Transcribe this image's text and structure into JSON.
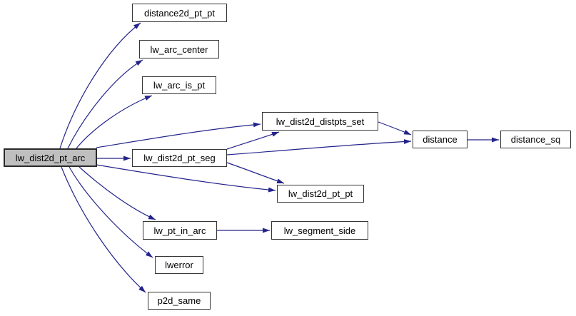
{
  "diagram": {
    "type": "call-graph",
    "colors": {
      "background": "#ffffff",
      "edge": "#23238b",
      "node_border": "#363636",
      "node_fill": "#ffffff",
      "node_text": "#000000",
      "highlight_border": "#2a2a2a",
      "highlight_fill": "#bfbfbf"
    },
    "nodes": [
      {
        "id": "lw_dist2d_pt_arc",
        "label": "lw_dist2d_pt_arc",
        "highlighted": true
      },
      {
        "id": "distance2d_pt_pt",
        "label": "distance2d_pt_pt",
        "highlighted": false
      },
      {
        "id": "lw_arc_center",
        "label": "lw_arc_center",
        "highlighted": false
      },
      {
        "id": "lw_arc_is_pt",
        "label": "lw_arc_is_pt",
        "highlighted": false
      },
      {
        "id": "lw_dist2d_distpts_set",
        "label": "lw_dist2d_distpts_set",
        "highlighted": false
      },
      {
        "id": "lw_dist2d_pt_seg",
        "label": "lw_dist2d_pt_seg",
        "highlighted": false
      },
      {
        "id": "lw_dist2d_pt_pt",
        "label": "lw_dist2d_pt_pt",
        "highlighted": false
      },
      {
        "id": "distance",
        "label": "distance",
        "highlighted": false
      },
      {
        "id": "distance_sq",
        "label": "distance_sq",
        "highlighted": false
      },
      {
        "id": "lw_pt_in_arc",
        "label": "lw_pt_in_arc",
        "highlighted": false
      },
      {
        "id": "lw_segment_side",
        "label": "lw_segment_side",
        "highlighted": false
      },
      {
        "id": "lwerror",
        "label": "lwerror",
        "highlighted": false
      },
      {
        "id": "p2d_same",
        "label": "p2d_same",
        "highlighted": false
      }
    ],
    "edges": [
      {
        "from": "lw_dist2d_pt_arc",
        "to": "distance2d_pt_pt"
      },
      {
        "from": "lw_dist2d_pt_arc",
        "to": "lw_arc_center"
      },
      {
        "from": "lw_dist2d_pt_arc",
        "to": "lw_arc_is_pt"
      },
      {
        "from": "lw_dist2d_pt_arc",
        "to": "lw_dist2d_distpts_set"
      },
      {
        "from": "lw_dist2d_pt_arc",
        "to": "lw_dist2d_pt_seg"
      },
      {
        "from": "lw_dist2d_pt_arc",
        "to": "lw_dist2d_pt_pt"
      },
      {
        "from": "lw_dist2d_pt_arc",
        "to": "lw_pt_in_arc"
      },
      {
        "from": "lw_dist2d_pt_arc",
        "to": "lwerror"
      },
      {
        "from": "lw_dist2d_pt_arc",
        "to": "p2d_same"
      },
      {
        "from": "lw_dist2d_pt_seg",
        "to": "lw_dist2d_distpts_set"
      },
      {
        "from": "lw_dist2d_pt_seg",
        "to": "distance"
      },
      {
        "from": "lw_dist2d_pt_seg",
        "to": "lw_dist2d_pt_pt"
      },
      {
        "from": "lw_dist2d_distpts_set",
        "to": "distance"
      },
      {
        "from": "distance",
        "to": "distance_sq"
      },
      {
        "from": "lw_pt_in_arc",
        "to": "lw_segment_side"
      }
    ]
  }
}
